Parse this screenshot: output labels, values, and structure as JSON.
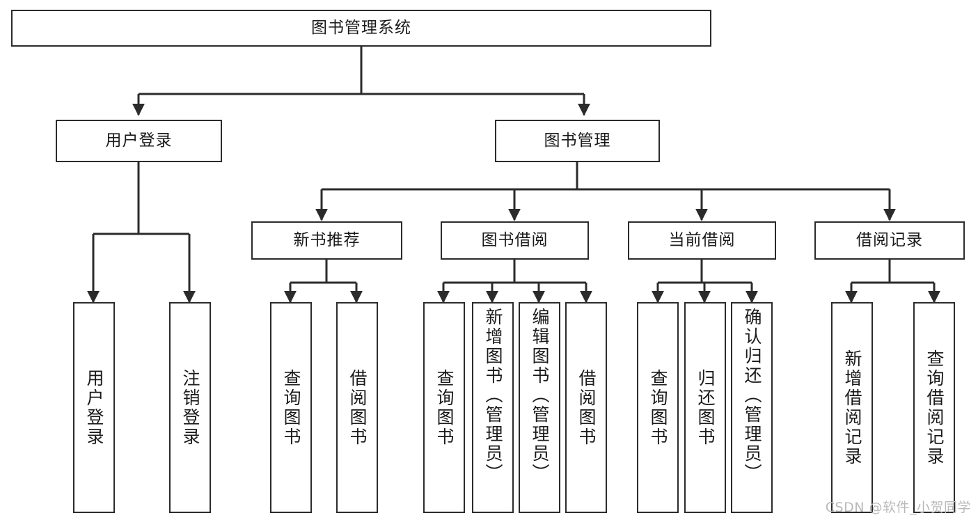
{
  "diagram": {
    "title": "图书管理系统",
    "type": "tree-hierarchy-diagram",
    "colors": {
      "box_border": "#2b2b2b",
      "box_fill": "#ffffff",
      "connector": "#2b2b2b",
      "background": "#ffffff",
      "watermark": "#b9b9b9"
    },
    "root": {
      "label": "图书管理系统"
    },
    "level2": [
      {
        "label": "用户登录"
      },
      {
        "label": "图书管理"
      }
    ],
    "level3": [
      {
        "label": "新书推荐"
      },
      {
        "label": "图书借阅"
      },
      {
        "label": "当前借阅"
      },
      {
        "label": "借阅记录"
      }
    ],
    "leaves": [
      {
        "label": "用户登录",
        "parent": "用户登录"
      },
      {
        "label": "注销登录",
        "parent": "用户登录"
      },
      {
        "label": "查询图书",
        "parent": "新书推荐"
      },
      {
        "label": "借阅图书",
        "parent": "新书推荐"
      },
      {
        "label": "查询图书",
        "parent": "图书借阅"
      },
      {
        "label": "新增图书（管理员）",
        "parent": "图书借阅"
      },
      {
        "label": "编辑图书（管理员）",
        "parent": "图书借阅"
      },
      {
        "label": "借阅图书",
        "parent": "图书借阅"
      },
      {
        "label": "查询图书",
        "parent": "当前借阅"
      },
      {
        "label": "归还图书",
        "parent": "当前借阅"
      },
      {
        "label": "确认归还（管理员）",
        "parent": "当前借阅"
      },
      {
        "label": "新增借阅记录",
        "parent": "借阅记录"
      },
      {
        "label": "查询借阅记录",
        "parent": "借阅记录"
      }
    ],
    "watermark": "CSDN @软件_小贺同学"
  }
}
